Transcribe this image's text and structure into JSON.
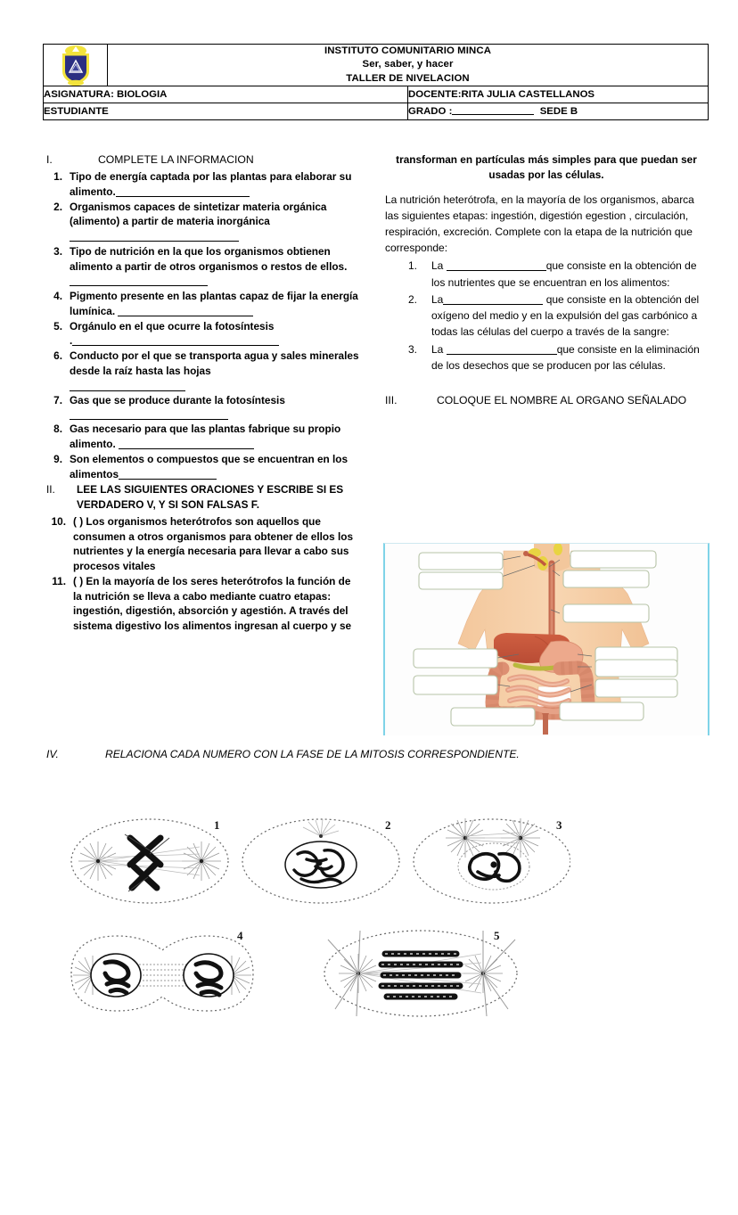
{
  "header": {
    "logo_icon": "school-crest-icon",
    "institution": "INSTITUTO COMUNITARIO MINCA",
    "motto": "Ser, saber, y hacer",
    "doc_type": "TALLER DE NIVELACION",
    "subject_label": "ASIGNATURA: BIOLOGIA",
    "teacher_label": "DOCENTE:RITA JULIA CASTELLANOS",
    "student_label": "ESTUDIANTE",
    "grade_label": "GRADO :",
    "campus_label": "SEDE B"
  },
  "section_one": {
    "roman": "I.",
    "title": "COMPLETE LA INFORMACION",
    "items": [
      {
        "num": "1.",
        "text": "Tipo de energía captada por las plantas para elaborar su alimento.",
        "blank": "inline-end"
      },
      {
        "num": "2.",
        "text": "Organismos capaces de sintetizar materia orgánica (alimento) a partir de materia inorgánica",
        "blank": "inline-end"
      },
      {
        "num": "3.",
        "text": "Tipo de nutrición en la que los organismos obtienen alimento a partir de otros organismos o restos de ellos.",
        "blank": "inline-end"
      },
      {
        "num": "4.",
        "text": "Pigmento presente en las plantas capaz de fijar la energía lumínica.",
        "blank": "inline-end"
      },
      {
        "num": "5.",
        "text": "Orgánulo en el que ocurre la fotosíntesis",
        "blank": "next-line-dot"
      },
      {
        "num": "6.",
        "text": "Conducto por el que se transporta agua y sales minerales desde la raíz hasta las hojas",
        "blank": "next-line-short"
      },
      {
        "num": "7.",
        "text": "Gas que se produce durante  la fotosíntesis",
        "blank": "next-line-medium"
      },
      {
        "num": "8.",
        "text": "Gas necesario para que las plantas fabrique su propio alimento.",
        "blank": "inline-end"
      },
      {
        "num": "9.",
        "text": "Son elementos o compuestos que se encuentran en los alimentos",
        "blank": "inline-end"
      }
    ]
  },
  "section_two": {
    "roman": "II.",
    "title": "LEE LAS SIGUIENTES ORACIONES  Y ESCRIBE SI ES VERDADERO V, Y SI SON FALSAS F.",
    "items": [
      {
        "num": "10.",
        "marker": "(    )",
        "text": "Los organismos heterótrofos son aquellos que consumen a otros organismos para obtener de ellos los nutrientes y la energía necesaria para llevar a cabo sus procesos vitales"
      },
      {
        "num": "11.",
        "marker": "(    )",
        "text": "En la mayoría de los seres heterótrofos la función de la nutrición se lleva a cabo mediante cuatro etapas: ingestión, digestión, absorción y agestión.  A través del sistema digestivo los alimentos ingresan al cuerpo y se"
      }
    ]
  },
  "right_column": {
    "continuation": "transforman en partículas más simples para que puedan ser usadas por las células.",
    "paragraph": "La nutrición heterótrofa, en la mayoría de los organismos, abarca las siguientes etapas: ingestión, digestión egestion , circulación, respiración, excreción. Complete con la etapa de la nutrición que corresponde:",
    "items": [
      {
        "num": "1.",
        "pre": "La",
        "post": "que consiste en la obtención de los nutrientes que se encuentran en los alimentos:"
      },
      {
        "num": "2.",
        "pre": "La",
        "post": "que consiste en la obtención del oxígeno del medio y en la expulsión del gas carbónico a todas las células del cuerpo a través de la sangre:"
      },
      {
        "num": "3.",
        "pre": "La",
        "post": "que consiste en la eliminación de los desechos que se producen por las células."
      }
    ]
  },
  "section_three": {
    "roman": "III.",
    "title": "COLOQUE EL NOMBRE AL ORGANO SEÑALADO",
    "figure_name": "human-digestive-system-diagram",
    "label_box_count": 10
  },
  "section_four": {
    "roman": "IV.",
    "title": "RELACIONA CADA NUMERO CON LA FASE DE LA MITOSIS CORRESPONDIENTE.",
    "figure_name": "mitosis-phases-diagram",
    "cell_labels": [
      "1",
      "2",
      "3",
      "4",
      "5"
    ]
  },
  "colors": {
    "diagram_border": "#7fd3e8",
    "label_box_border": "#b7c4a8",
    "skin": "#f6cfa8",
    "liver": "#c95c44",
    "intestine": "#e09477",
    "stomach": "#e8a183",
    "esophagus": "#c66a52",
    "gallbladder": "#e8d442"
  }
}
